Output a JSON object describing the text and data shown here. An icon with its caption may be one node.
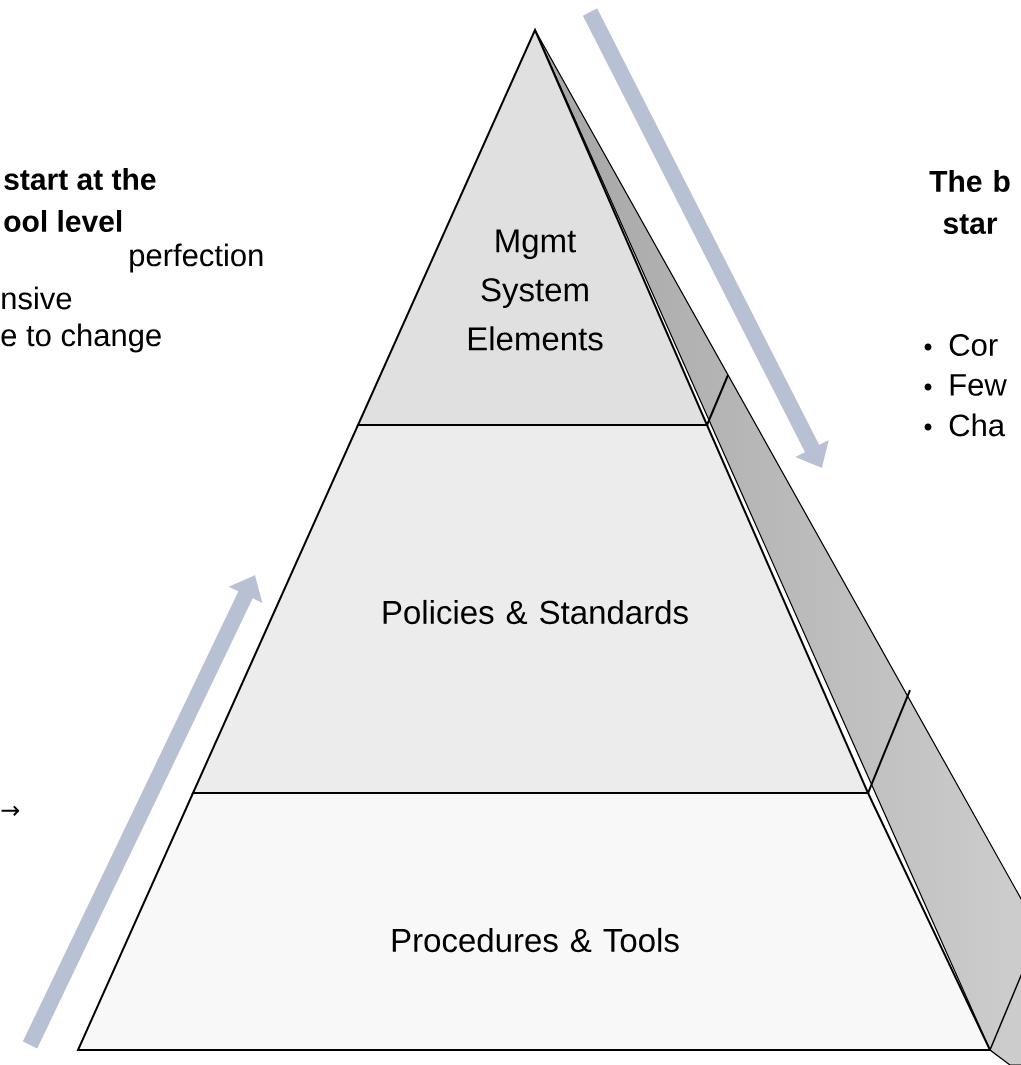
{
  "diagram": {
    "nodes": [
      {
        "text": [
          "Mgmt System Elements"
        ]
      },
      {
        "text": [
          "Policies & Standards"
        ]
      },
      {
        "text": [
          "Procedures & Tools"
        ]
      }
    ],
    "labels": [
      "start at the ool level",
      "perfection",
      "nsive",
      "e to change",
      "→",
      "The b star",
      "Cor",
      "Few",
      "Cha"
    ]
  }
}
